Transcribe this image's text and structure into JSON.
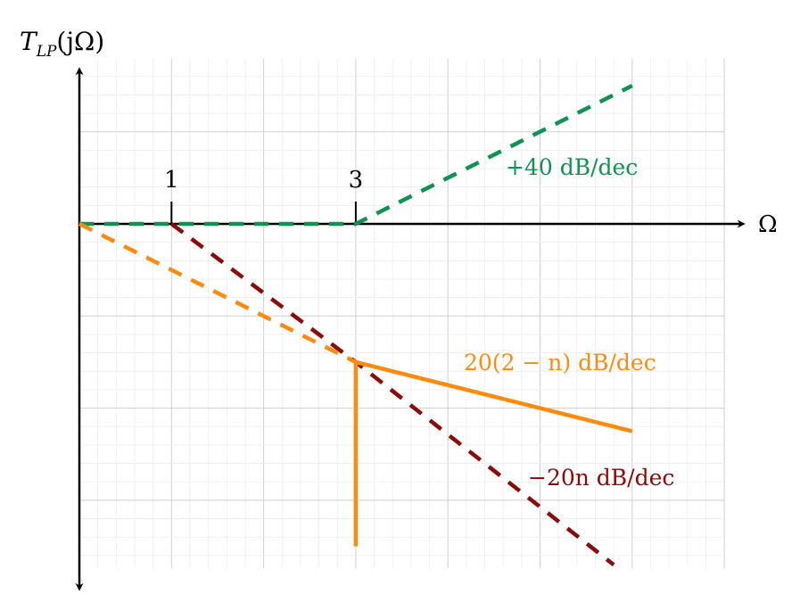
{
  "chart_data": {
    "type": "line",
    "title": "",
    "xlabel": "Ω",
    "ylabel": "T_LP(jΩ)",
    "ylabel_main": "T",
    "ylabel_sub": "LP",
    "ylabel_tail": "(jΩ)",
    "grid": true,
    "x_ticks": [
      {
        "x": 1,
        "label": "1"
      },
      {
        "x": 3,
        "label": "3"
      }
    ],
    "series": [
      {
        "color": "#119152",
        "style": "dashed",
        "points": [
          [
            0,
            0
          ],
          [
            3,
            0
          ],
          [
            6,
            1.5
          ]
        ],
        "label": "+40 dB/dec"
      },
      {
        "color": "#8b0a0a",
        "style": "dashed",
        "points": [
          [
            1,
            0
          ],
          [
            3,
            -1.5
          ],
          [
            5.8,
            -3.7
          ]
        ],
        "label": "−20n dB/dec"
      },
      {
        "color": "#ff8a10",
        "style": "dashed",
        "points": [
          [
            0,
            0
          ],
          [
            3,
            -1.5
          ]
        ],
        "label": ""
      },
      {
        "color": "#ff8a10",
        "style": "solid",
        "points": [
          [
            3,
            -1.5
          ],
          [
            6,
            -2.25
          ]
        ],
        "label": "20(2 − n) dB/dec"
      },
      {
        "color": "#ff8a10",
        "style": "solid",
        "points": [
          [
            3,
            -1.5
          ],
          [
            3,
            -3.5
          ]
        ],
        "label": ""
      }
    ]
  }
}
